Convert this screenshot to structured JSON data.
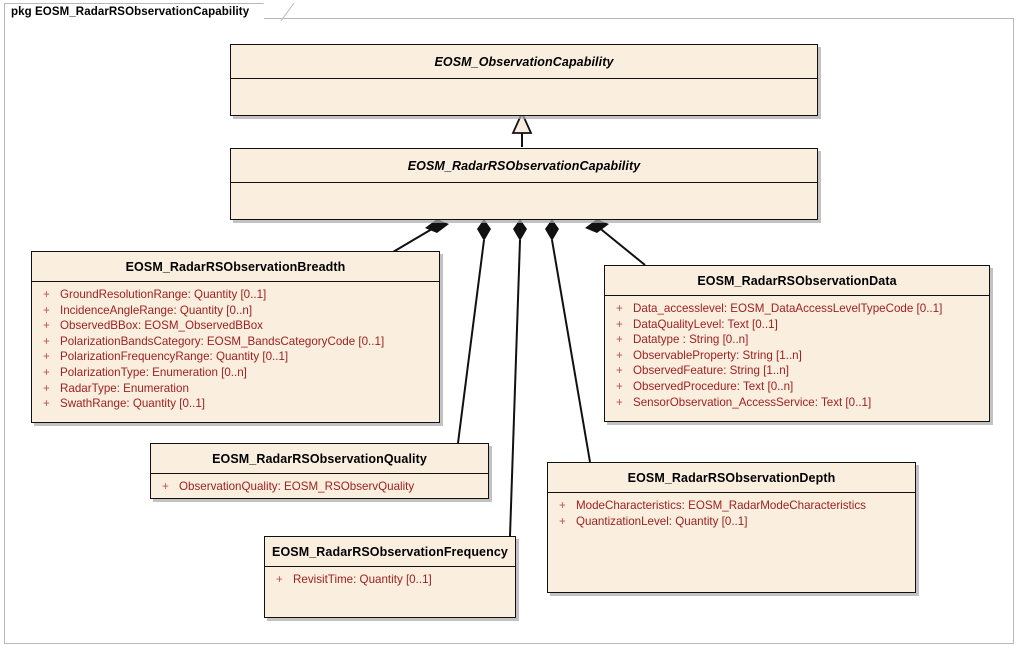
{
  "package": {
    "keyword": "pkg",
    "name": "EOSM_RadarRSObservationCapability",
    "label": "pkg EOSM_RadarRSObservationCapability"
  },
  "colors": {
    "class_fill": "#faefdf",
    "class_border": "#111111",
    "attribute_text": "#9e2020",
    "visibility_marker": "#c0504d",
    "frame_border": "#b8b8b8",
    "page_background": "#ffffff"
  },
  "classes": [
    {
      "id": "observation-capability",
      "name": "EOSM_ObservationCapability",
      "abstract": true,
      "attributes": []
    },
    {
      "id": "radar-rs-observation-capability",
      "name": "EOSM_RadarRSObservationCapability",
      "abstract": true,
      "attributes": []
    },
    {
      "id": "radar-rs-observation-breadth",
      "name": "EOSM_RadarRSObservationBreadth",
      "abstract": false,
      "attributes": [
        {
          "visibility": "+",
          "text": "GroundResolutionRange:  Quantity [0..1]"
        },
        {
          "visibility": "+",
          "text": "IncidenceAngleRange:  Quantity [0..n]"
        },
        {
          "visibility": "+",
          "text": "ObservedBBox:  EOSM_ObservedBBox"
        },
        {
          "visibility": "+",
          "text": "PolarizationBandsCategory:  EOSM_BandsCategoryCode [0..1]"
        },
        {
          "visibility": "+",
          "text": "PolarizationFrequencyRange:  Quantity [0..1]"
        },
        {
          "visibility": "+",
          "text": "PolarizationType:  Enumeration [0..n]"
        },
        {
          "visibility": "+",
          "text": "RadarType:  Enumeration"
        },
        {
          "visibility": "+",
          "text": "SwathRange:  Quantity [0..1]"
        }
      ]
    },
    {
      "id": "radar-rs-observation-data",
      "name": "EOSM_RadarRSObservationData",
      "abstract": false,
      "attributes": [
        {
          "visibility": "+",
          "text": "Data_accesslevel:  EOSM_DataAccessLevelTypeCode [0..1]"
        },
        {
          "visibility": "+",
          "text": "DataQualityLevel:  Text [0..1]"
        },
        {
          "visibility": "+",
          "text": "Datatype :  String [0..n]"
        },
        {
          "visibility": "+",
          "text": "ObservableProperty:  String [1..n]"
        },
        {
          "visibility": "+",
          "text": "ObservedFeature:  String [1..n]"
        },
        {
          "visibility": "+",
          "text": "ObservedProcedure:  Text [0..n]"
        },
        {
          "visibility": "+",
          "text": "SensorObservation_AccessService:  Text [0..1]"
        }
      ]
    },
    {
      "id": "radar-rs-observation-quality",
      "name": "EOSM_RadarRSObservationQuality",
      "abstract": false,
      "attributes": [
        {
          "visibility": "+",
          "text": "ObservationQuality:  EOSM_RSObservQuality"
        }
      ]
    },
    {
      "id": "radar-rs-observation-frequency",
      "name": "EOSM_RadarRSObservationFrequency",
      "abstract": false,
      "attributes": [
        {
          "visibility": "+",
          "text": "RevisitTime:  Quantity [0..1]"
        }
      ]
    },
    {
      "id": "radar-rs-observation-depth",
      "name": "EOSM_RadarRSObservationDepth",
      "abstract": false,
      "attributes": [
        {
          "visibility": "+",
          "text": "ModeCharacteristics:  EOSM_RadarModeCharacteristics"
        },
        {
          "visibility": "+",
          "text": "QuantizationLevel:  Quantity [0..1]"
        }
      ]
    }
  ],
  "relationships": [
    {
      "type": "generalization",
      "from": "radar-rs-observation-capability",
      "to": "observation-capability"
    },
    {
      "type": "composition",
      "from": "radar-rs-observation-capability",
      "to": "radar-rs-observation-breadth"
    },
    {
      "type": "composition",
      "from": "radar-rs-observation-capability",
      "to": "radar-rs-observation-quality"
    },
    {
      "type": "composition",
      "from": "radar-rs-observation-capability",
      "to": "radar-rs-observation-frequency"
    },
    {
      "type": "composition",
      "from": "radar-rs-observation-capability",
      "to": "radar-rs-observation-depth"
    },
    {
      "type": "composition",
      "from": "radar-rs-observation-capability",
      "to": "radar-rs-observation-data"
    }
  ]
}
